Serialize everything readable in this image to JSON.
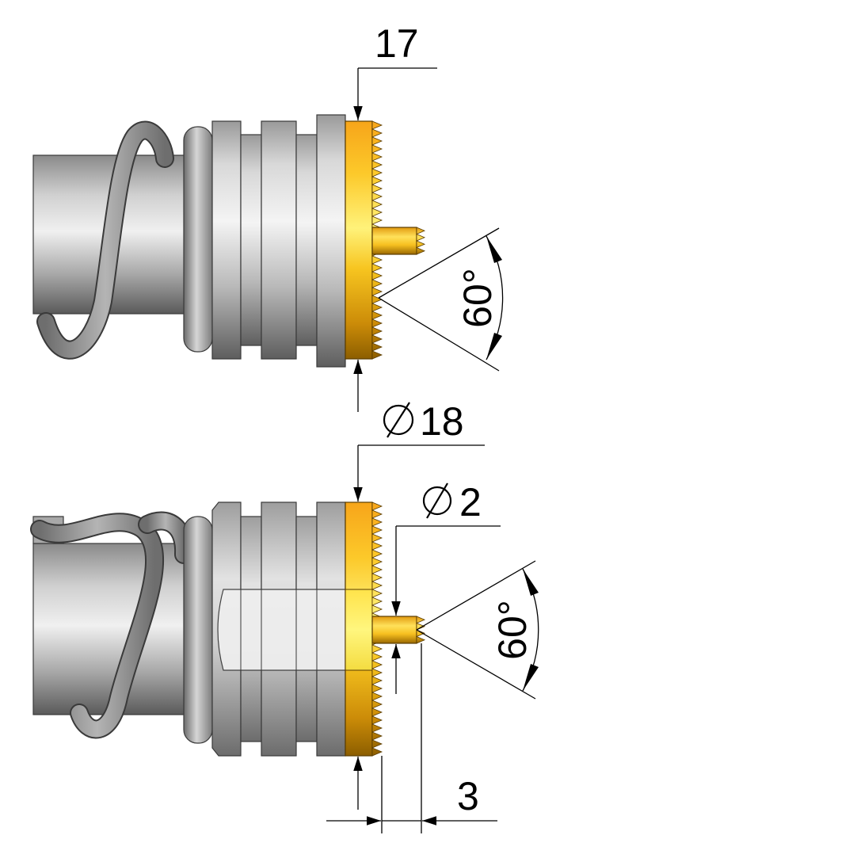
{
  "top_view": {
    "dimensions": {
      "width_label": "17",
      "diameter_label": "18",
      "angle_label": "60°"
    }
  },
  "bottom_view": {
    "dimensions": {
      "pin_diameter_label": "2",
      "angle_label": "60°",
      "pin_length_label": "3"
    }
  },
  "colors": {
    "brass_light": "#ffe85a",
    "brass_mid": "#f6b81c",
    "brass_dark": "#a06e00",
    "steel_light": "#f2f2f2",
    "steel_mid": "#c4c4c4",
    "steel_dark": "#6a6a6a"
  }
}
